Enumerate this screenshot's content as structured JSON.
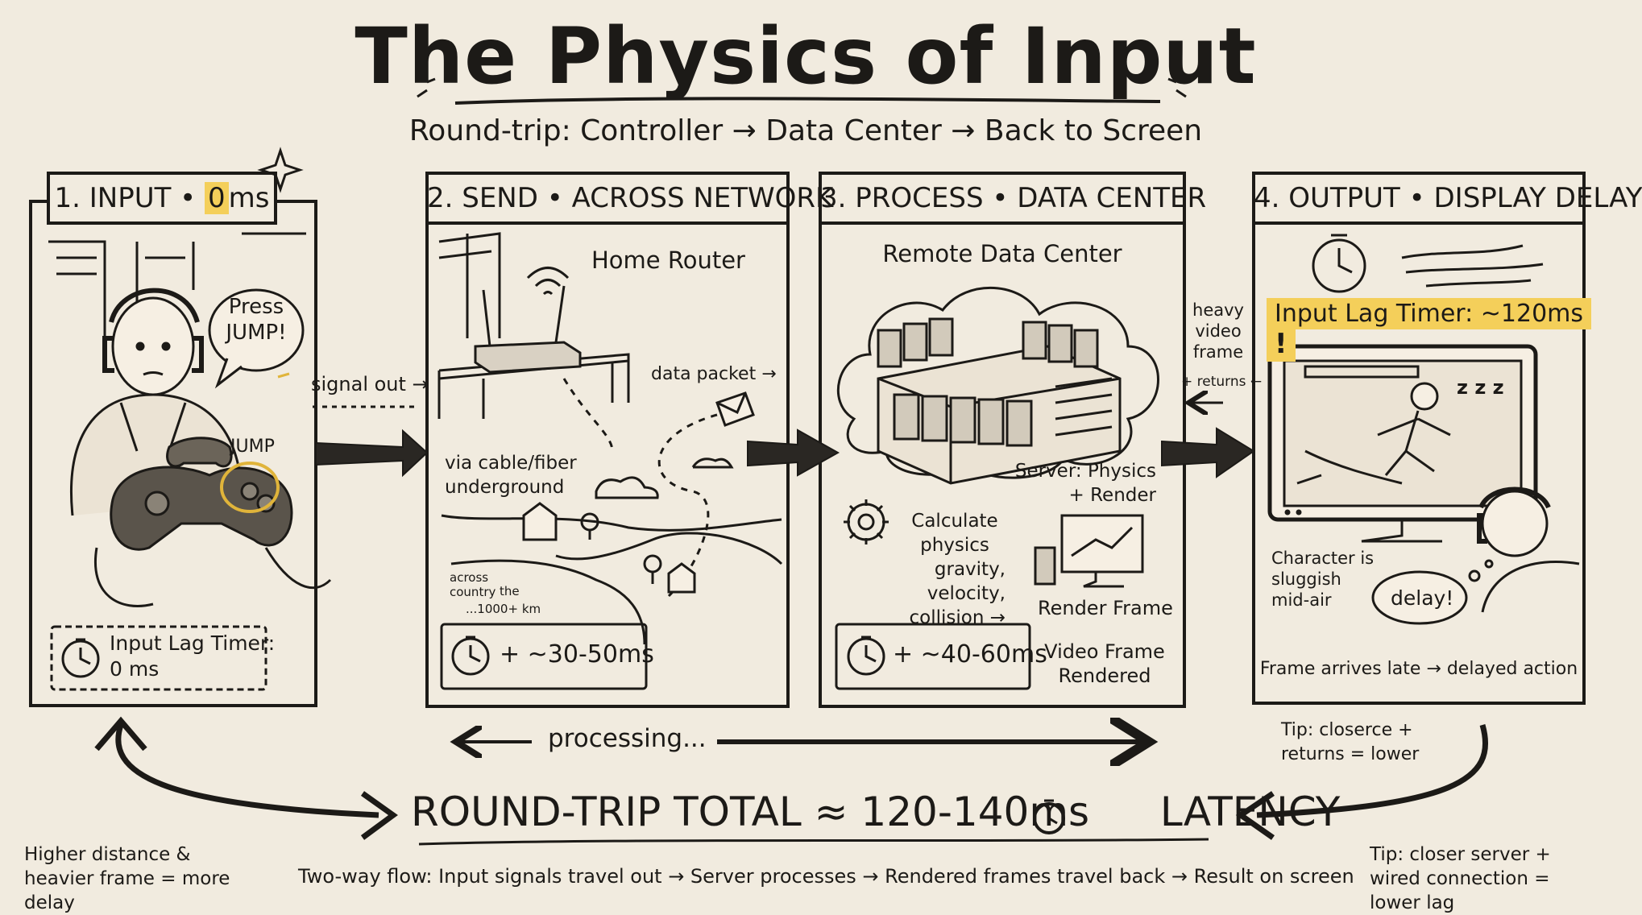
{
  "title": "The Physics of Input",
  "subtitle": "Round-trip: Controller → Data Center → Back to Screen",
  "panels": [
    {
      "head_prefix": "1. INPUT • ",
      "head_highlight": "0",
      "head_suffix": "ms",
      "speech": "Press JUMP!",
      "jump_label": "JUMP",
      "timer_label": "Input Lag Timer:",
      "timer_value": "0 ms"
    },
    {
      "head": "2. SEND • ACROSS NETWORK",
      "router_label": "Home Router",
      "packet_label": "data packet →",
      "cable_label": "via cable/fiber underground",
      "across_label": "across country",
      "the_label": "the",
      "distance_label": "...1000+ km",
      "timer": "+ ~30-50ms"
    },
    {
      "head": "3. PROCESS • DATA CENTER",
      "dc_label": "Remote Data Center",
      "server_label": "Server: Physics + Render",
      "calc_label": "Calculate physics",
      "calc_detail": "gravity, velocity, collision →",
      "render_label": "Render Frame",
      "timer": "+ ~40-60ms",
      "rendered_label": "Video Frame Rendered"
    },
    {
      "head": "4. OUTPUT • DISPLAY DELAY",
      "lag_timer": "Input Lag Timer: ~120ms",
      "lag_bang": "!",
      "zzz": "z z z",
      "sluggish": "Character is sluggish mid-air",
      "delay_bubble": "delay!",
      "bottom_note": "Frame arrives late → delayed action"
    }
  ],
  "connectors": {
    "signal_out": "signal out →",
    "heavy_frame": "heavy video frame",
    "returns": "+ returns ←"
  },
  "processing": "processing...",
  "banner": {
    "left": "ROUND-TRIP TOTAL ≈ 120-140ms",
    "right": "LATENCY"
  },
  "notes": {
    "tip_mid": "Tip: closerce + returns = lower",
    "left_note": "Higher distance & heavier frame = more delay",
    "footer_flow": "Two-way flow: Input signals travel out → Server processes → Rendered frames travel back → Result on screen",
    "tip_right": "Tip: closer server + wired connection = lower lag"
  },
  "colors": {
    "paper": "#f1ebdf",
    "ink": "#1c1a17",
    "highlight": "#f4cf5a"
  }
}
